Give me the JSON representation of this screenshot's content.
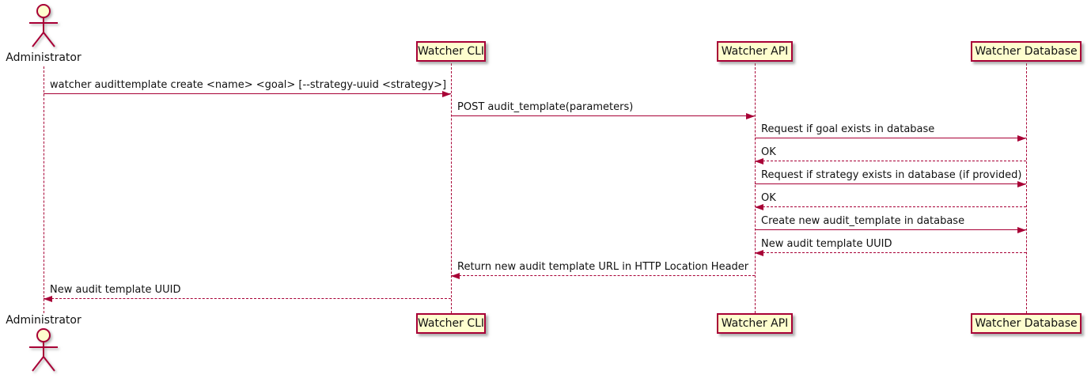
{
  "diagram": {
    "type": "sequence",
    "actor": {
      "label": "Administrator"
    },
    "participants": [
      {
        "id": "cli",
        "label": "Watcher CLI"
      },
      {
        "id": "api",
        "label": "Watcher API"
      },
      {
        "id": "db",
        "label": "Watcher Database"
      }
    ],
    "messages": [
      {
        "from": "admin",
        "to": "cli",
        "style": "solid",
        "label": "watcher audittemplate create <name> <goal> [--strategy-uuid <strategy>]"
      },
      {
        "from": "cli",
        "to": "api",
        "style": "solid",
        "label": "POST audit_template(parameters)"
      },
      {
        "from": "api",
        "to": "db",
        "style": "solid",
        "label": "Request if goal exists in database"
      },
      {
        "from": "db",
        "to": "api",
        "style": "dashed",
        "label": "OK"
      },
      {
        "from": "api",
        "to": "db",
        "style": "solid",
        "label": "Request if strategy exists in database (if provided)"
      },
      {
        "from": "db",
        "to": "api",
        "style": "dashed",
        "label": "OK"
      },
      {
        "from": "api",
        "to": "db",
        "style": "solid",
        "label": "Create new audit_template in database"
      },
      {
        "from": "db",
        "to": "api",
        "style": "dashed",
        "label": "New audit template UUID"
      },
      {
        "from": "api",
        "to": "cli",
        "style": "dashed",
        "label": "Return new audit template URL in HTTP Location Header"
      },
      {
        "from": "cli",
        "to": "admin",
        "style": "dashed",
        "label": "New audit template UUID"
      }
    ],
    "colors": {
      "accent": "#A80036",
      "participant_fill": "#FEFECE",
      "text": "#000000",
      "background": "#FFFFFF"
    }
  }
}
